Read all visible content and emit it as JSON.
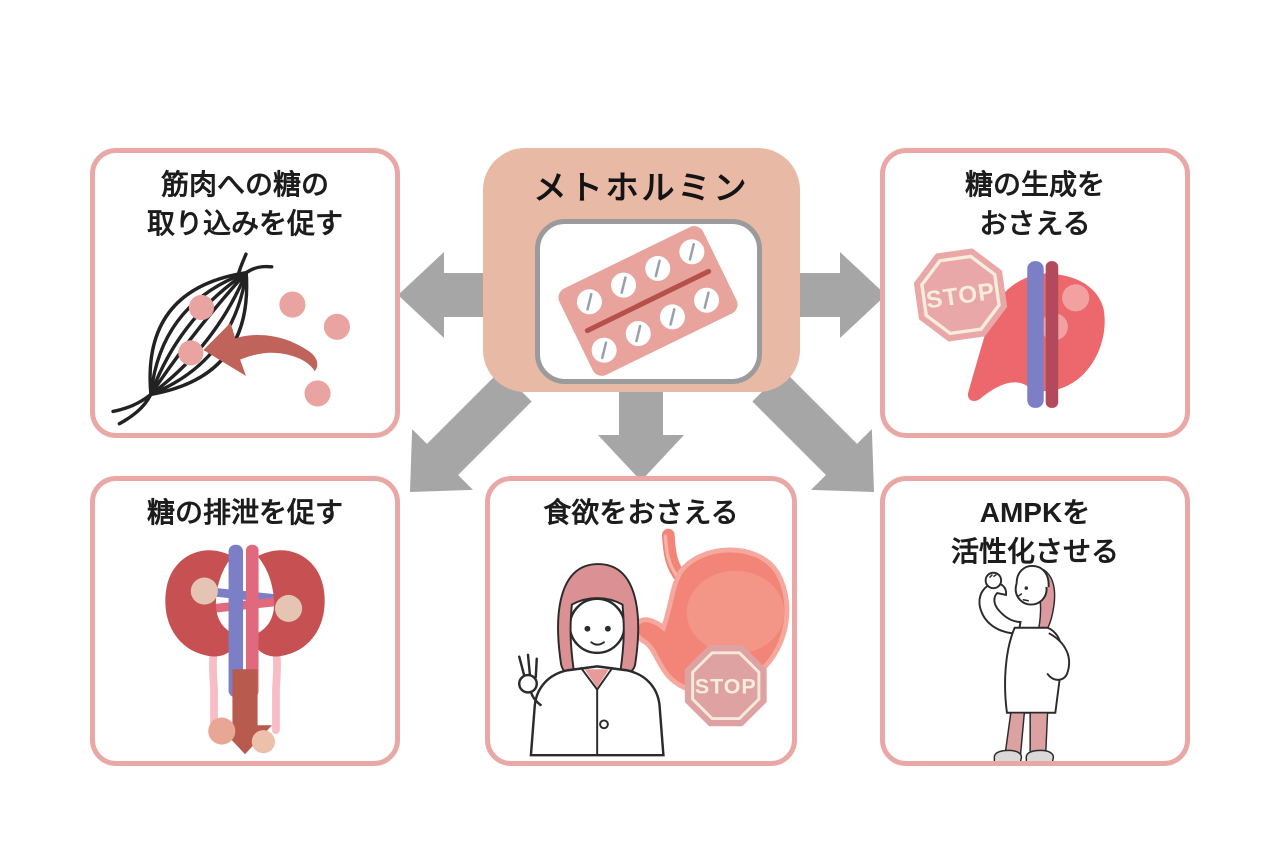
{
  "diagram": {
    "center": {
      "title": "メトホルミン"
    },
    "cards": {
      "muscle": {
        "line1": "筋肉への糖の",
        "line2": "取り込みを促す"
      },
      "liver": {
        "line1": "糖の生成を",
        "line2": "おさえる",
        "stop_label": "STOP"
      },
      "kidney": {
        "line1": "糖の排泄を促す"
      },
      "appetite": {
        "line1": "食欲をおさえる",
        "stop_label": "STOP"
      },
      "ampk": {
        "line1": "AMPKを",
        "line2": "活性化させる"
      }
    },
    "colors": {
      "card_border": "#e9a8a6",
      "center_bg": "#e8b9a5",
      "arrow_gray": "#a6a6a6",
      "pill_pack": "#e8a39d",
      "pill_line": "#b5504b",
      "glucose_dot": "#e9a3a0",
      "rose_arrow": "#c0635a",
      "liver_red": "#ec686c",
      "vein_purple": "#7c7fc6",
      "artery_red": "#b24a5c",
      "kidney_red": "#c75052",
      "ureter_pink": "#f7bcc6",
      "stomach_coral": "#f28577",
      "stop_sign_pink": "#e9a7a7",
      "stop_text_cream": "#f7eddc",
      "text": "#1c1c1c"
    }
  }
}
